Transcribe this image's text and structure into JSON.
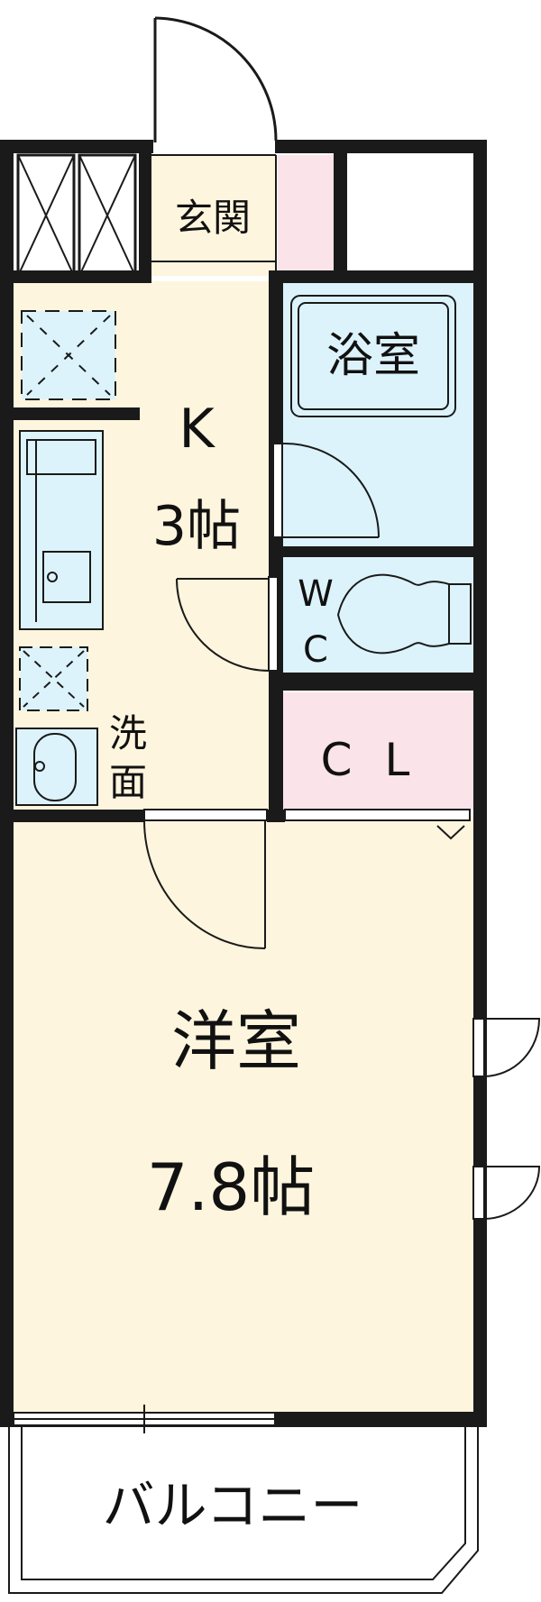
{
  "plan": {
    "entrance_label": "玄関",
    "bath_label": "浴室",
    "kitchen_label": "K",
    "kitchen_size": "3帖",
    "wc_w": "W",
    "wc_c": "C",
    "closet_label": "C L",
    "wash_top": "洗",
    "wash_bottom": "面",
    "room_label": "洋室",
    "room_size": "7.8帖",
    "balcony_label": "バルコニー"
  },
  "colors": {
    "floor": "#fdf5dd",
    "wet": "#dcf3fb",
    "closet": "#fbe3ea",
    "wall": "#1a1a1a"
  }
}
